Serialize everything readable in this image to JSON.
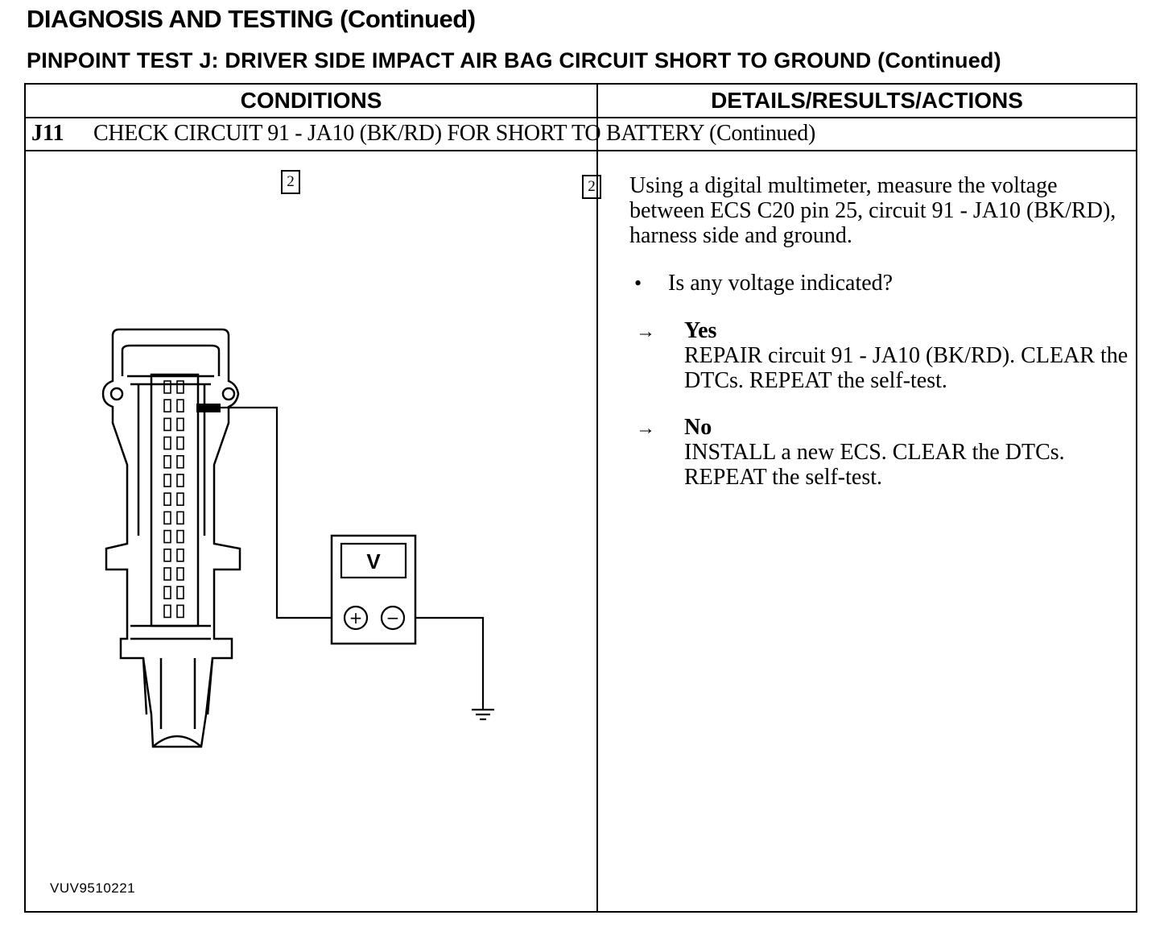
{
  "heading": "DIAGNOSIS AND TESTING (Continued)",
  "subheading": "PINPOINT TEST J:  DRIVER SIDE IMPACT AIR BAG CIRCUIT SHORT TO GROUND (Continued)",
  "table": {
    "col_conditions": "CONDITIONS",
    "col_details": "DETAILS/RESULTS/ACTIONS"
  },
  "step": {
    "id": "J11",
    "title": "CHECK CIRCUIT 91 - JA10 (BK/RD) FOR SHORT TO BATTERY (Continued)"
  },
  "conditions": {
    "step_number": "2",
    "figure_code": "VUV9510221",
    "meter": {
      "display": "V",
      "plus": "+",
      "minus": "−"
    }
  },
  "details": {
    "step_number": "2",
    "instruction": "Using a digital multimeter, measure the voltage between ECS C20 pin 25, circuit 91 - JA10 (BK/RD), harness side and ground.",
    "bullet_symbol": "•",
    "question": "Is any voltage indicated?",
    "arrow_symbol": "→",
    "yes": {
      "label": "Yes",
      "action": "REPAIR circuit 91 - JA10 (BK/RD). CLEAR the DTCs. REPEAT the self-test."
    },
    "no": {
      "label": "No",
      "action": "INSTALL a new ECS.  CLEAR the DTCs. REPEAT the self-test."
    }
  }
}
